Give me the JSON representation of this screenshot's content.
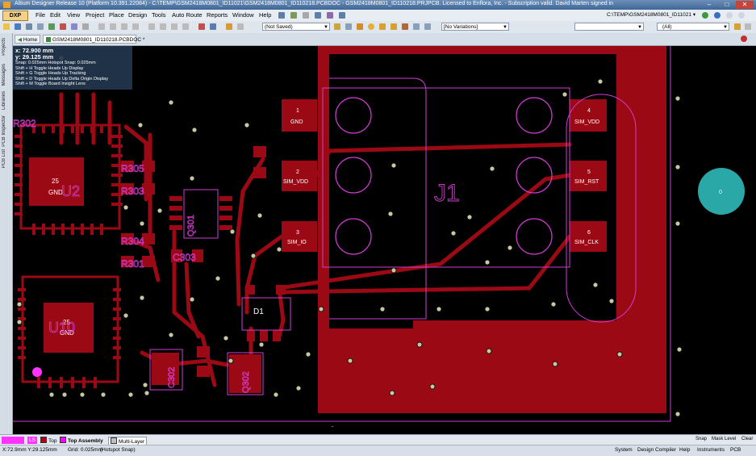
{
  "window": {
    "title": "Altium Designer Release 10 (Platform 10.391.22084) - C:\\TEMP\\GSM2418M0801_ID11021\\GSM2418M0801_ID110218.PCBDOC - GSM2418M0801_ID110218.PRJPCB. Licensed to Enflora, Inc. - Subscription valid. David Marten signed in",
    "min": "–",
    "max": "□",
    "close": "✕"
  },
  "menu": {
    "dxp": "DXP",
    "items": [
      "File",
      "Edit",
      "View",
      "Project",
      "Place",
      "Design",
      "Tools",
      "Auto Route",
      "Reports",
      "Window",
      "Help"
    ],
    "path": "C:\\TEMP\\GSM2418M0801_ID11021 ▾"
  },
  "toolbar": {
    "not_saved": "(Not Saved)",
    "no_variations": "[No Variations]",
    "all": "(All)"
  },
  "tabs": {
    "home": "Home",
    "doc": "GSM2418M0801_ID110218.PCBDOC *"
  },
  "sidepanels": [
    "Projects",
    "Messages",
    "Libraries",
    "PCB Inspector",
    "PCB List"
  ],
  "hud": {
    "x": "x: 72.900 mm",
    "y": "y: 29.125 mm",
    "snap": "Snap: 0.025mm Hotspot Snap: 0.025mm",
    "lines": [
      "Shift + H  Toggle Heads Up Display",
      "Shift + G  Toggle Heads Up Tracking",
      "Shift + D  Toggle Heads Up Delta Origin Display",
      "Shift + M  Toggle Board Insight Lens"
    ]
  },
  "pcb": {
    "j1": "J1",
    "d1": "D1",
    "pads": [
      {
        "num": "1",
        "name": "GND"
      },
      {
        "num": "2",
        "name": "SIM_VDD"
      },
      {
        "num": "3",
        "name": "SIM_IO"
      },
      {
        "num": "4",
        "name": "SIM_VDD"
      },
      {
        "num": "5",
        "name": "SIM_RST"
      },
      {
        "num": "6",
        "name": "SIM_CLK"
      }
    ],
    "u1": {
      "pin": "25",
      "net": "GND",
      "ref": "U2"
    },
    "u2": {
      "pin": "25",
      "net": "GND",
      "ref": "U10"
    },
    "refs": {
      "r305": "R305",
      "r303": "R303",
      "r304": "R304",
      "r301": "R301",
      "q301": "Q301",
      "c303": "C303",
      "r302": "R302",
      "c302": "C302",
      "q302": "Q302"
    },
    "via_label": "0",
    "colors": {
      "copper": "#9b0a14",
      "silk": "#d03cd0",
      "via": "#c8c8a0",
      "hole": "#2aa7a7",
      "board": "#000000"
    }
  },
  "layers": [
    {
      "name": "LS",
      "color": "#ff33ff"
    },
    {
      "name": "Top",
      "color": "#b0001a"
    },
    {
      "name": "Top Assembly",
      "color": "#ff00ff"
    },
    {
      "name": "Multi-Layer",
      "color": "#c0c0c0"
    }
  ],
  "status": {
    "coords": "X:72.9mm Y:29.125mm",
    "grid": "Grid: 0.025mm",
    "hotspot": "(Hotspot Snap)"
  },
  "status_right": [
    "System",
    "Design Compiler",
    "Help",
    "Instruments",
    "PCB"
  ],
  "status_right2": [
    "Snap",
    "Mask Level",
    "Clear"
  ]
}
